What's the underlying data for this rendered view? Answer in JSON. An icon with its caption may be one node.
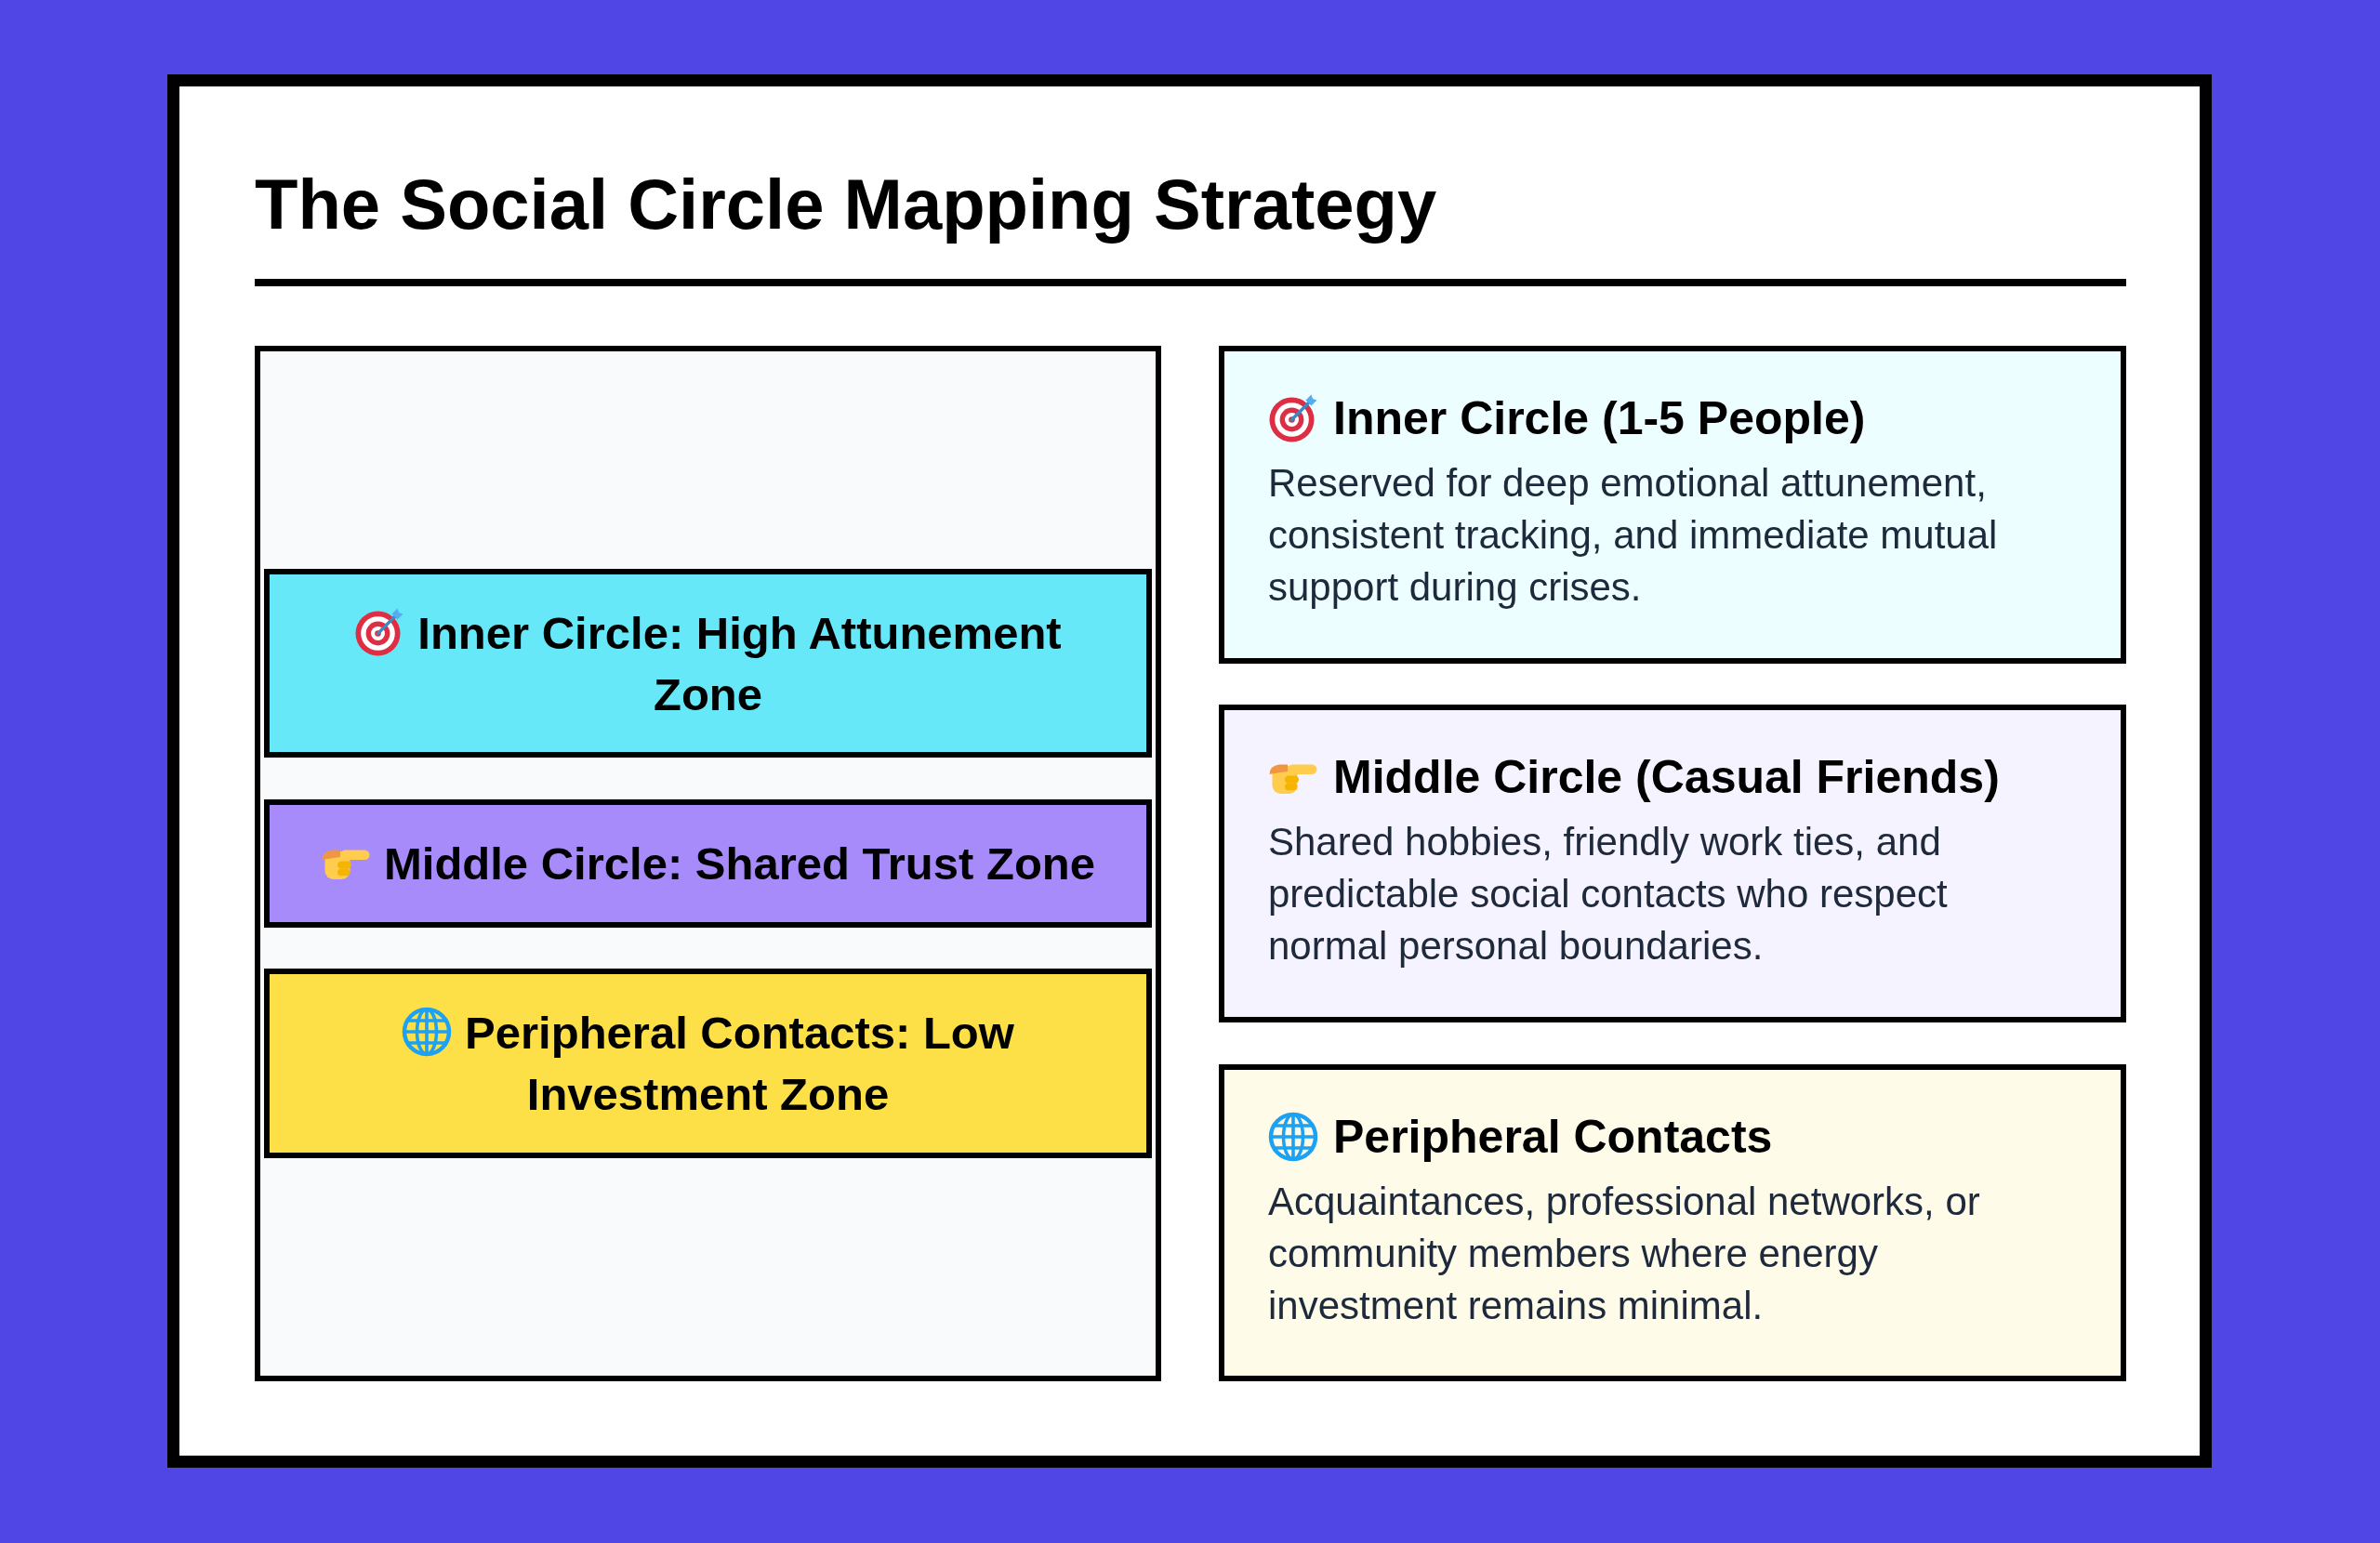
{
  "diagram": {
    "title": "The Social Circle Mapping Strategy",
    "nodes": [
      {
        "text": [],
        "shape": "box"
      },
      {
        "text": [
          "Inner Circle: High Attunement Zone"
        ],
        "in": 0
      },
      {
        "text": [
          "Middle Circle: Shared Trust Zone"
        ],
        "in": 0
      },
      {
        "text": [
          "Peripheral Contacts: Low Investment Zone"
        ],
        "in": 0
      },
      {
        "text": [
          "Inner Circle (1-5 People)",
          "Reserved for deep emotional attunement, consistent tracking, and immediate mutual support during crises."
        ]
      },
      {
        "text": [
          "Middle Circle (Casual Friends)",
          "Shared hobbies, friendly work ties, and predictable social contacts who respect normal personal boundaries."
        ]
      },
      {
        "text": [
          "Peripheral Contacts",
          "Acquaintances, professional networks, or community members where energy investment remains minimal."
        ]
      }
    ]
  }
}
